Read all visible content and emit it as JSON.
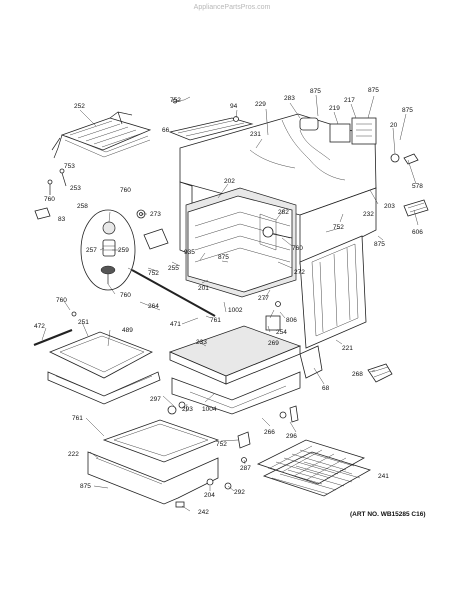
{
  "watermark": "AppliancePartsPros.com",
  "art_number": "(ART NO. WB15285 C16)",
  "labels": [
    "752",
    "94",
    "229",
    "283",
    "875",
    "219",
    "217",
    "875",
    "66",
    "231",
    "20",
    "875",
    "252",
    "578",
    "202",
    "203",
    "606",
    "273",
    "232",
    "258",
    "282",
    "752",
    "760",
    "875",
    "257",
    "259",
    "255",
    "935",
    "875",
    "272",
    "752",
    "201",
    "760",
    "277",
    "760",
    "1002",
    "806",
    "264",
    "254",
    "471",
    "761",
    "269",
    "251",
    "489",
    "221",
    "233",
    "472",
    "68",
    "268",
    "297",
    "293",
    "1004",
    "761",
    "266",
    "296",
    "222",
    "752",
    "287",
    "241",
    "875",
    "204",
    "292",
    "242",
    "753",
    "760",
    "83",
    "253",
    "760"
  ]
}
